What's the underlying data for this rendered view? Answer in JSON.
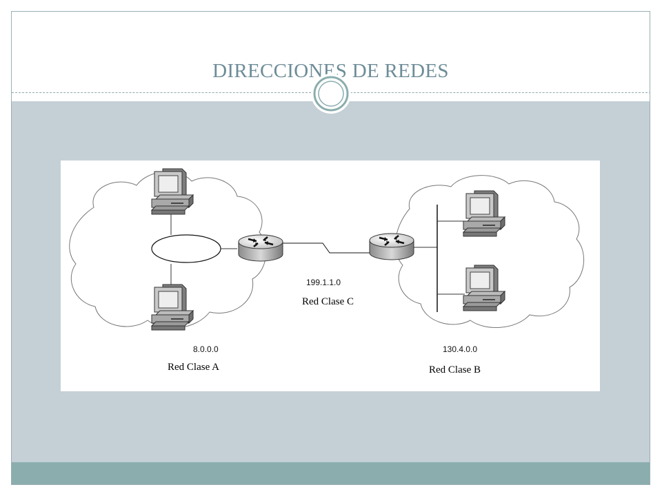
{
  "slide": {
    "title": "DIRECCIONES DE REDES"
  },
  "diagram": {
    "networks": {
      "a": {
        "address": "8.0.0.0",
        "label": "Red Clase A"
      },
      "b": {
        "address": "130.4.0.0",
        "label": "Red Clase B"
      },
      "c": {
        "address": "199.1.1.0",
        "label": "Red Clase C"
      }
    },
    "icons": [
      "cloud",
      "computer",
      "router",
      "serial-link",
      "ethernet-bus",
      "token-ring"
    ]
  },
  "colors": {
    "title": "#6d8c98",
    "content_band": "#c4d0d5",
    "footer_band": "#8badae",
    "border": "#9aaeb3"
  }
}
